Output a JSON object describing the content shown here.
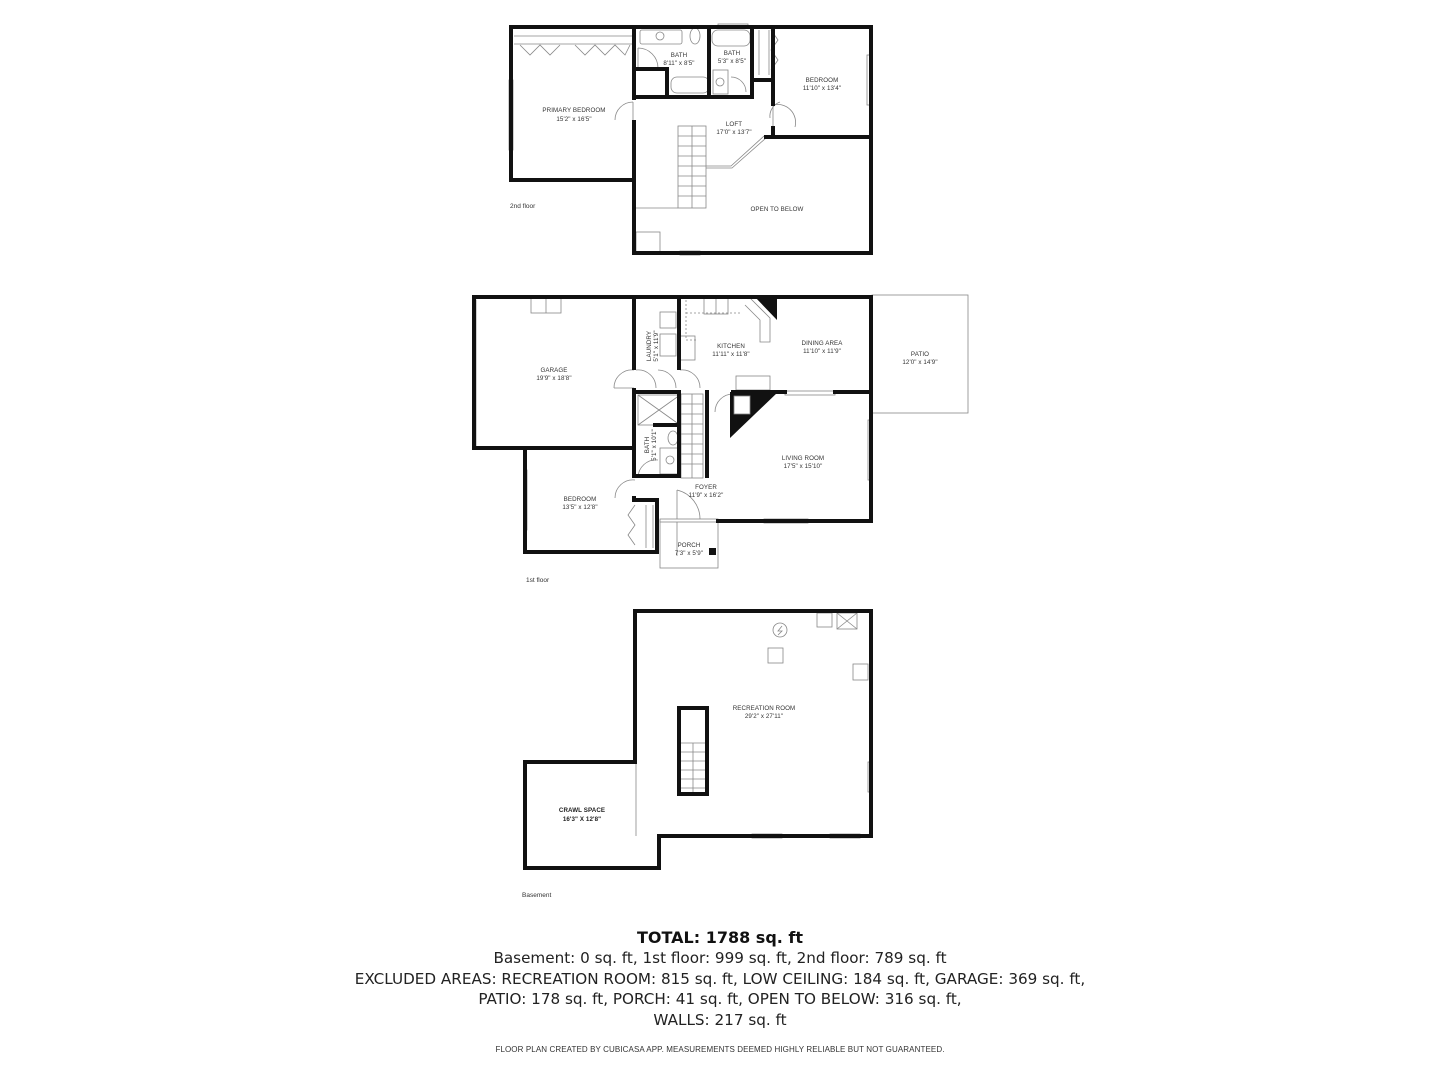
{
  "floors": {
    "second": {
      "label": "2nd floor",
      "rooms": {
        "primary_bedroom": {
          "name": "PRIMARY BEDROOM",
          "dims": "15'2\" x 16'5\""
        },
        "bath_1": {
          "name": "BATH",
          "dims": "8'11\" x 8'5\""
        },
        "bath_2": {
          "name": "BATH",
          "dims": "5'3\" x 8'5\""
        },
        "bedroom": {
          "name": "BEDROOM",
          "dims": "11'10\" x 13'4\""
        },
        "loft": {
          "name": "LOFT",
          "dims": "17'0\" x 13'7\""
        },
        "open_to_below": {
          "name": "OPEN TO BELOW"
        }
      }
    },
    "first": {
      "label": "1st floor",
      "rooms": {
        "garage": {
          "name": "GARAGE",
          "dims": "19'9\" x 18'8\""
        },
        "laundry": {
          "name": "LAUNDRY",
          "dims": "5'1\" x 11'9\""
        },
        "kitchen": {
          "name": "KITCHEN",
          "dims": "11'11\" x 11'8\""
        },
        "dining_area": {
          "name": "DINING AREA",
          "dims": "11'10\" x 11'9\""
        },
        "patio": {
          "name": "PATIO",
          "dims": "12'0\" x 14'9\""
        },
        "bath": {
          "name": "BATH",
          "dims": "5'1\" x 10'1\""
        },
        "living_room": {
          "name": "LIVING ROOM",
          "dims": "17'5\" x 15'10\""
        },
        "foyer": {
          "name": "FOYER",
          "dims": "11'9\" x 16'2\""
        },
        "bedroom": {
          "name": "BEDROOM",
          "dims": "13'5\" x 12'8\""
        },
        "porch": {
          "name": "PORCH",
          "dims": "7'3\" x 5'9\""
        }
      }
    },
    "basement": {
      "label": "Basement",
      "rooms": {
        "recreation_room": {
          "name": "RECREATION ROOM",
          "dims": "29'2\" x 27'11\""
        },
        "crawl_space": {
          "name": "CRAWL SPACE",
          "dims": "16'3\" X 12'8\""
        }
      }
    }
  },
  "summary": {
    "total": "TOTAL: 1788 sq. ft",
    "floors_line": "Basement: 0 sq. ft, 1st floor: 999 sq. ft, 2nd floor: 789 sq. ft",
    "excluded_line_1": "EXCLUDED AREAS: RECREATION ROOM: 815 sq. ft, LOW CEILING: 184 sq. ft, GARAGE: 369 sq. ft,",
    "excluded_line_2": "PATIO: 178 sq. ft, PORCH: 41 sq. ft, OPEN TO BELOW: 316 sq. ft,",
    "excluded_line_3": "WALLS: 217 sq. ft"
  },
  "disclaimer": "FLOOR PLAN CREATED BY CUBICASA APP. MEASUREMENTS DEEMED HIGHLY RELIABLE BUT NOT GUARANTEED."
}
